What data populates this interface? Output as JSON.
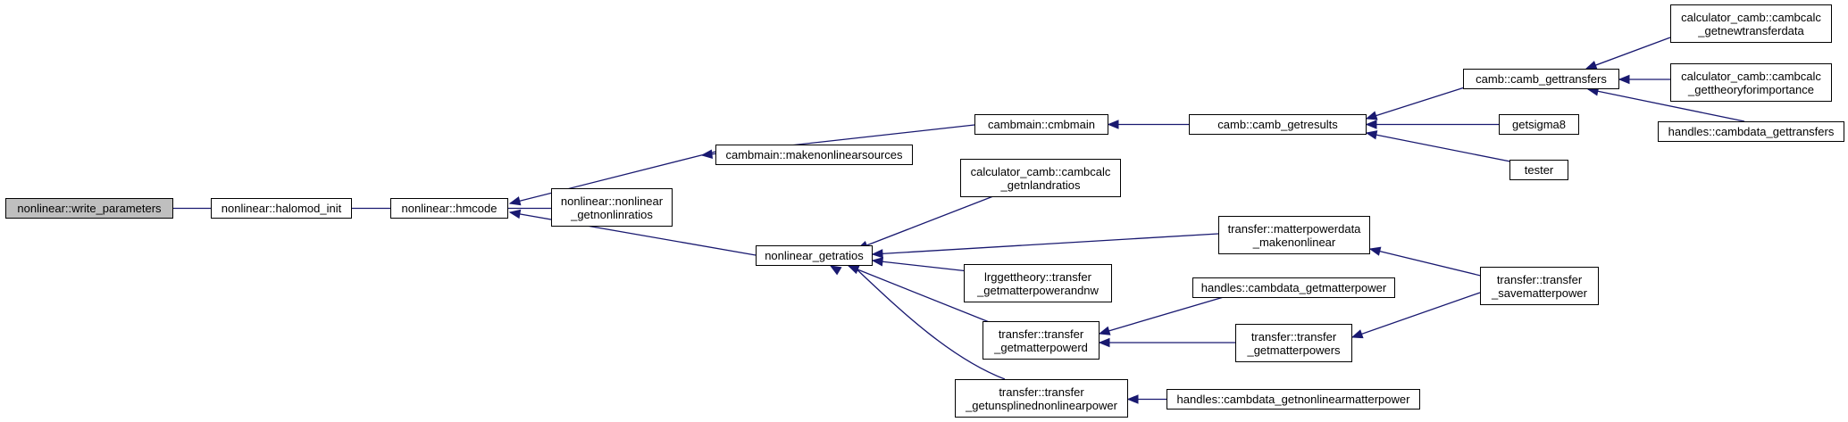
{
  "graph": {
    "edge_color": "#191970",
    "root_fill": "#bfbfbf",
    "nodes": {
      "write_parameters": [
        "nonlinear::write_parameters"
      ],
      "halomod_init": [
        "nonlinear::halomod_init"
      ],
      "hmcode": [
        "nonlinear::hmcode"
      ],
      "getnonlinratios": [
        "nonlinear::nonlinear",
        "_getnonlinratios"
      ],
      "makenonlinearsources": [
        "cambmain::makenonlinearsources"
      ],
      "nonlinear_getratios": [
        "nonlinear_getratios"
      ],
      "cmbmain": [
        "cambmain::cmbmain"
      ],
      "getnlandratios": [
        "calculator_camb::cambcalc",
        "_getnlandratios"
      ],
      "lrgg_transfer": [
        "lrggettheory::transfer",
        "_getmatterpowerandnw"
      ],
      "getmatterpowerd": [
        "transfer::transfer",
        "_getmatterpowerd"
      ],
      "getunsplined": [
        "transfer::transfer",
        "_getunsplinednonlinearpower"
      ],
      "camb_getresults": [
        "camb::camb_getresults"
      ],
      "mpd_makenonlinear": [
        "transfer::matterpowerdata",
        "_makenonlinear"
      ],
      "handles_getmatterpower": [
        "handles::cambdata_getmatterpower"
      ],
      "getmatterpowers": [
        "transfer::transfer",
        "_getmatterpowers"
      ],
      "handles_getnonlinear": [
        "handles::cambdata_getnonlinearmatterpower"
      ],
      "camb_gettransfers": [
        "camb::camb_gettransfers"
      ],
      "getsigma8": [
        "getsigma8"
      ],
      "tester": [
        "tester"
      ],
      "savematterpower": [
        "transfer::transfer",
        "_savematterpower"
      ],
      "getnewtransferdata": [
        "calculator_camb::cambcalc",
        "_getnewtransferdata"
      ],
      "gettheoryforimportance": [
        "calculator_camb::cambcalc",
        "_gettheoryforimportance"
      ],
      "handles_gettransfers": [
        "handles::cambdata_gettransfers"
      ]
    }
  }
}
